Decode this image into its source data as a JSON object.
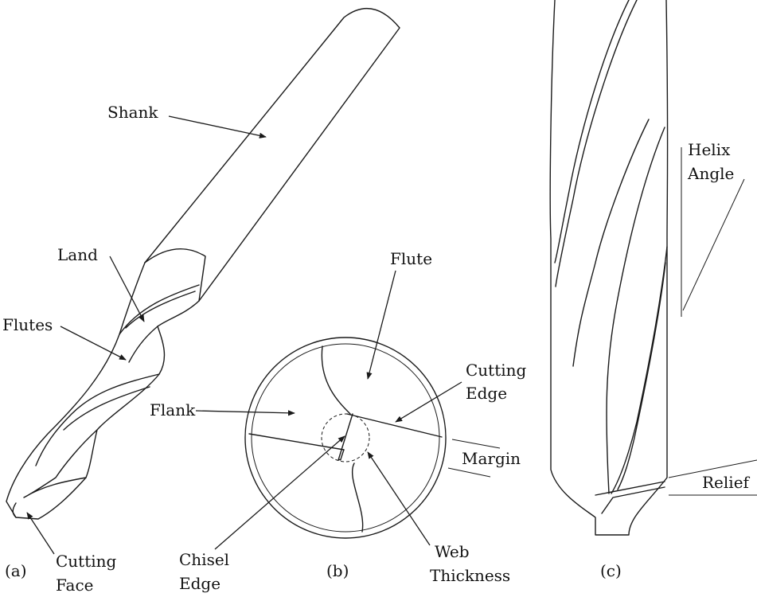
{
  "panels": {
    "a": {
      "tag": "(a)",
      "labels": {
        "shank": "Shank",
        "land": "Land",
        "flutes": "Flutes",
        "cutting_face_1": "Cutting",
        "cutting_face_2": "Face"
      }
    },
    "b": {
      "tag": "(b)",
      "labels": {
        "flute": "Flute",
        "cutting_edge_1": "Cutting",
        "cutting_edge_2": "Edge",
        "flank": "Flank",
        "margin": "Margin",
        "chisel_edge_1": "Chisel",
        "chisel_edge_2": "Edge",
        "web_thickness_1": "Web",
        "web_thickness_2": "Thickness"
      }
    },
    "c": {
      "tag": "(c)",
      "labels": {
        "helix_angle_1": "Helix",
        "helix_angle_2": "Angle",
        "relief": "Relief"
      }
    }
  }
}
